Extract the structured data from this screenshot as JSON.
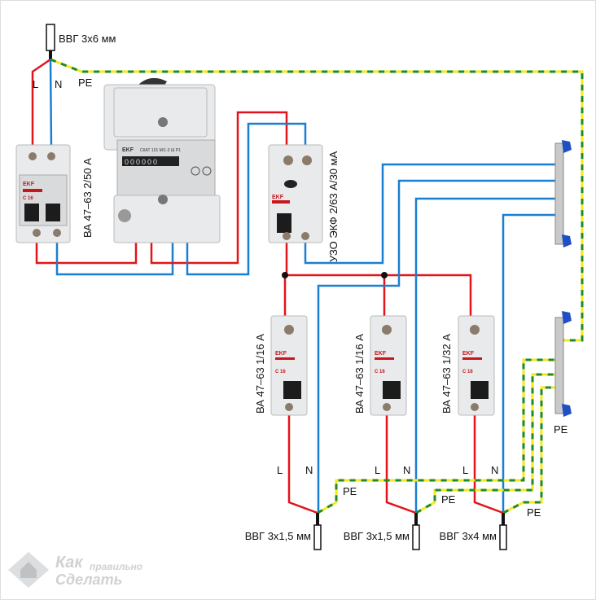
{
  "supply_cable": {
    "label": "ВВГ 3х6 мм",
    "L": "L",
    "N": "N",
    "PE": "PE"
  },
  "main_breaker": {
    "label": "ВА 47–63 2/50 А",
    "brand": "EKF",
    "rating": "C 16"
  },
  "meter": {
    "brand": "EKF",
    "model": "СКАТ 101 М/1-3 Ш Р1",
    "display": "000000"
  },
  "rcd": {
    "label": "УЗО ЭКФ 2/63 А/30 мА",
    "brand": "EKF"
  },
  "breakers": [
    {
      "label": "ВА 47–63 1/16 А",
      "brand": "EKF",
      "rating": "C 16"
    },
    {
      "label": "ВА 47–63 1/16 А",
      "brand": "EKF",
      "rating": "C 16"
    },
    {
      "label": "ВА 47–63 1/32 А",
      "brand": "EKF",
      "rating": "C 16"
    }
  ],
  "outputs": [
    {
      "L": "L",
      "N": "N",
      "PE": "PE",
      "cable": "ВВГ 3х1,5 мм"
    },
    {
      "L": "L",
      "N": "N",
      "PE": "PE",
      "cable": "ВВГ 3х1,5 мм"
    },
    {
      "L": "L",
      "N": "N",
      "PE": "PE",
      "cable": "ВВГ 3х4 мм"
    }
  ],
  "pe_bus_label": "PE",
  "watermark": {
    "line1": "Как",
    "line2": "правильно",
    "line3": "Сделать"
  },
  "colors": {
    "phase": "#e2141b",
    "neutral": "#1b7fd1",
    "pe_yellow": "#f2ea1e",
    "pe_green": "#1e8a2a",
    "bus_cap": "#1f4fc4"
  }
}
